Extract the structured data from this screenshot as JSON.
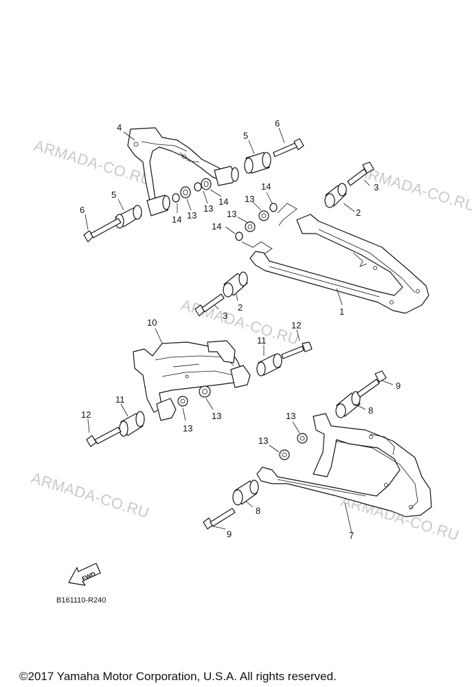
{
  "watermarks": [
    "ARMADA-CO.RU",
    "ARMADA-CO.RU",
    "ARMADA-CO.RU",
    "ARMADA-CO.RU",
    "ARMADA-CO.RU"
  ],
  "callouts": {
    "c1": "1",
    "c2a": "2",
    "c2b": "2",
    "c3a": "3",
    "c3b": "3",
    "c4": "4",
    "c5a": "5",
    "c5b": "5",
    "c6a": "6",
    "c6b": "6",
    "c7": "7",
    "c8a": "8",
    "c8b": "8",
    "c9a": "9",
    "c9b": "9",
    "c10": "10",
    "c11a": "11",
    "c11b": "11",
    "c12a": "12",
    "c12b": "12",
    "c13a": "13",
    "c13b": "13",
    "c13c": "13",
    "c13d": "13",
    "c13e": "13",
    "c13f": "13",
    "c13g": "13",
    "c13h": "13",
    "c14a": "14",
    "c14b": "14",
    "c14c": "14",
    "c14d": "14"
  },
  "fwd_label": "FWD",
  "diagram_code": "B161110-R240",
  "copyright": "©2017 Yamaha Motor Corporation, U.S.A. All rights reserved."
}
